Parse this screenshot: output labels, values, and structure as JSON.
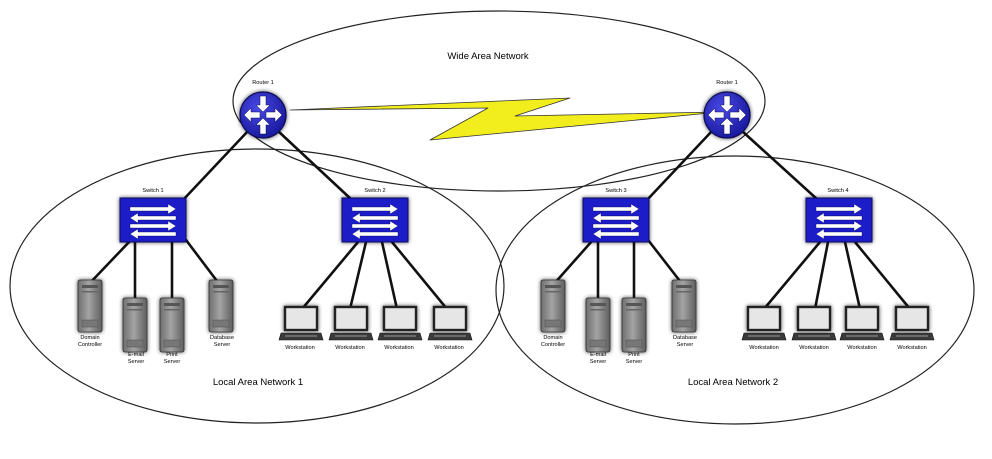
{
  "wan": {
    "label": "Wide Area Network"
  },
  "routers": [
    {
      "label": "Router 1"
    },
    {
      "label": "Router 1"
    }
  ],
  "lans": [
    {
      "label": "Local Area Network 1",
      "switches": [
        {
          "label": "Switch 1"
        },
        {
          "label": "Switch 2"
        }
      ],
      "servers": [
        {
          "line1": "Domain",
          "line2": "Controller"
        },
        {
          "line1": "E-mail",
          "line2": "Server"
        },
        {
          "line1": "Print",
          "line2": "Server"
        },
        {
          "line1": "Database",
          "line2": "Server"
        }
      ],
      "workstations": [
        "Workstation",
        "Workstation",
        "Workstation",
        "Workstation"
      ]
    },
    {
      "label": "Local Area Network 2",
      "switches": [
        {
          "label": "Switch 3"
        },
        {
          "label": "Switch 4"
        }
      ],
      "servers": [
        {
          "line1": "Domain",
          "line2": "Controller"
        },
        {
          "line1": "E-mail",
          "line2": "Server"
        },
        {
          "line1": "Print",
          "line2": "Server"
        },
        {
          "line1": "Database",
          "line2": "Server"
        }
      ],
      "workstations": [
        "Workstation",
        "Workstation",
        "Workstation",
        "Workstation"
      ]
    }
  ],
  "colors": {
    "router_fill": "#2323c8",
    "switch_fill": "#1e1ec8",
    "wan_link": "#f2ee1e",
    "device_gray": "#8a8a8a"
  },
  "icons": {
    "router": "router-icon",
    "switch": "switch-icon",
    "server": "server-tower-icon",
    "workstation": "laptop-icon",
    "wan_link": "lightning-bolt-icon"
  }
}
